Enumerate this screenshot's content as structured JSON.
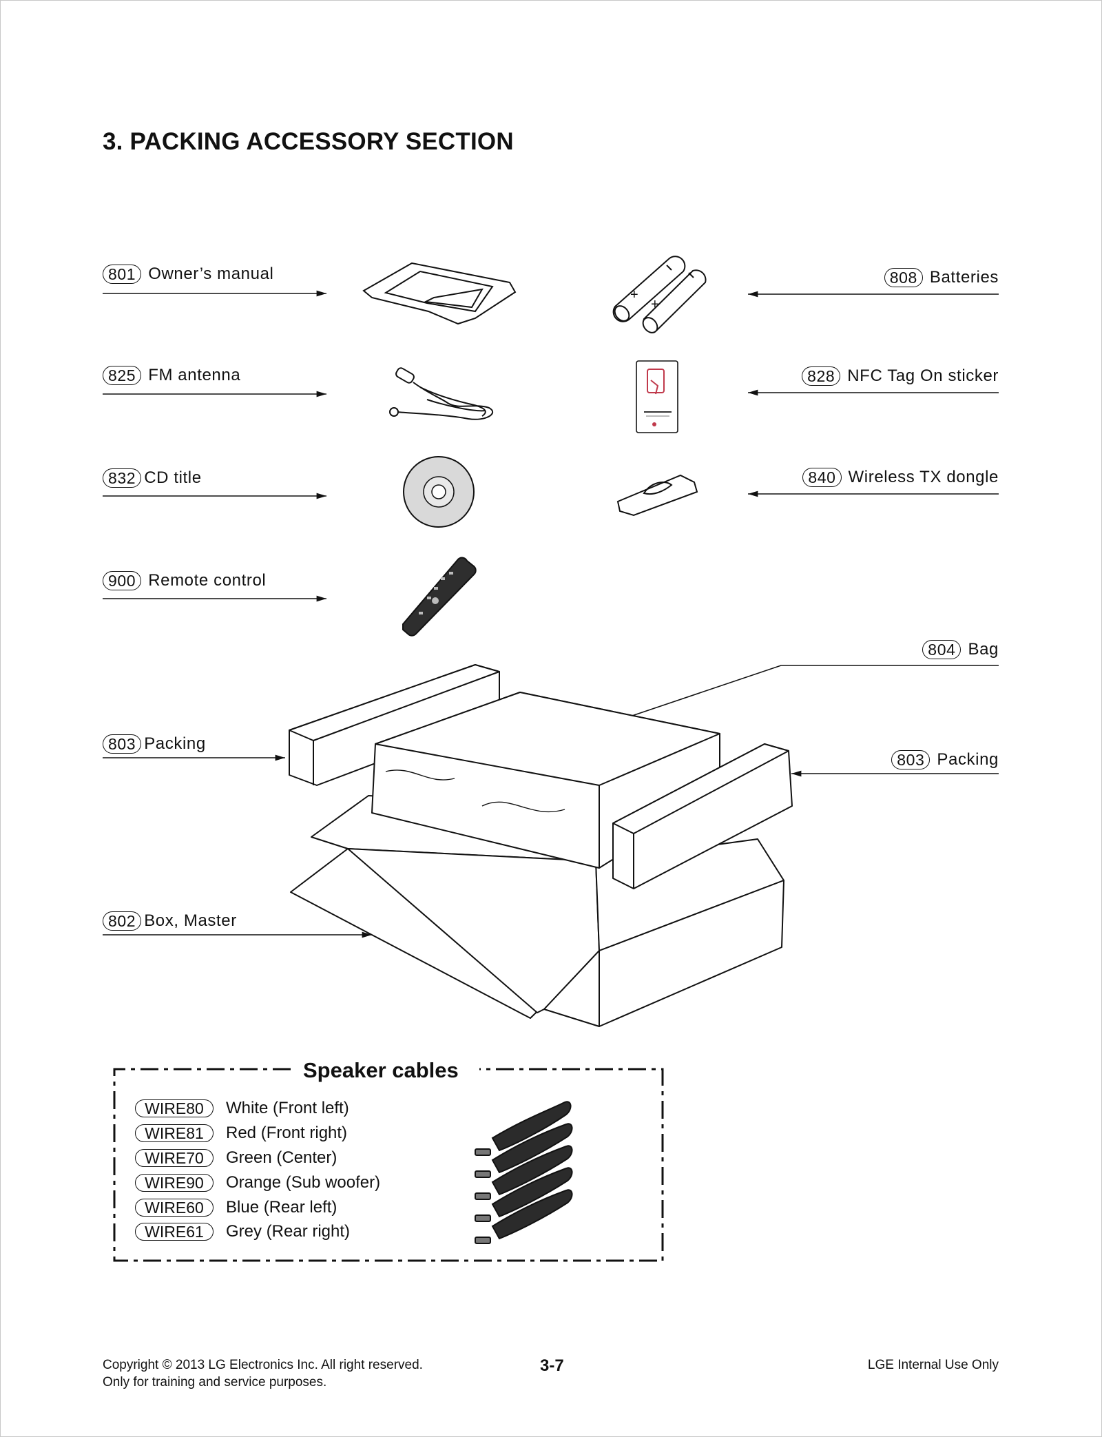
{
  "page": {
    "title": "3. PACKING ACCESSORY SECTION"
  },
  "parts": [
    {
      "code": "801",
      "name": "Owner’s manual"
    },
    {
      "code": "808",
      "name": "Batteries"
    },
    {
      "code": "825",
      "name": "FM antenna"
    },
    {
      "code": "828",
      "name": "NFC Tag On sticker"
    },
    {
      "code": "832",
      "name": "CD title"
    },
    {
      "code": "840",
      "name": "Wireless TX dongle"
    },
    {
      "code": "900",
      "name": "Remote control"
    },
    {
      "code": "804",
      "name": "Bag"
    },
    {
      "code": "803",
      "name": "Packing"
    },
    {
      "code": "803",
      "name": "Packing"
    },
    {
      "code": "802",
      "name": "Box, Master"
    }
  ],
  "speaker_cables": {
    "title": "Speaker cables",
    "items": [
      {
        "code": "WIRE80",
        "name": "White (Front left)"
      },
      {
        "code": "WIRE81",
        "name": "Red (Front right)"
      },
      {
        "code": "WIRE70",
        "name": "Green (Center)"
      },
      {
        "code": "WIRE90",
        "name": "Orange (Sub woofer)"
      },
      {
        "code": "WIRE60",
        "name": "Blue (Rear left)"
      },
      {
        "code": "WIRE61",
        "name": "Grey (Rear right)"
      }
    ]
  },
  "footer": {
    "copyright": "Copyright © 2013 LG Electronics Inc. All right reserved.",
    "purpose": "Only for training and service purposes.",
    "page_number": "3-7",
    "internal": "LGE Internal Use Only"
  },
  "icons": [
    "manual-icon",
    "batteries-icon",
    "fm-antenna-icon",
    "nfc-sticker-icon",
    "cd-icon",
    "dongle-icon",
    "remote-control-icon",
    "packing-box-icon",
    "speaker-cables-icon"
  ]
}
